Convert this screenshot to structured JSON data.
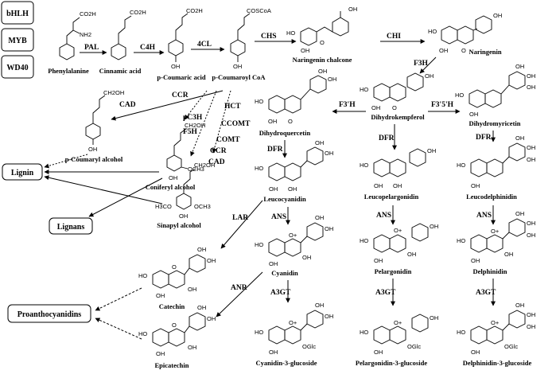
{
  "regulators": [
    "bHLH",
    "MYB",
    "WD40"
  ],
  "products": {
    "lignin": "Lignin",
    "lignans": "Lignans",
    "proanthocyanidins": "Proanthocyanidins"
  },
  "compounds": {
    "phenylalanine": "Phenylalanine",
    "cinnamic_acid": "Cinnamic acid",
    "p_coumaric_acid": "p-Coumaric acid",
    "p_coumaroyl_coa": "p-Coumaroyl CoA",
    "naringenin_chalcone": "Naringenin chalcone",
    "naringenin": "Naringenin",
    "dihydrokempferol": "Dihydrokempferol",
    "dihydroquercetin": "Dihydroquercetin",
    "dihydromyricetin": "Dihydromyricetin",
    "p_coumaryl_alcohol": "p-Coumaryl alcohol",
    "coniferyl_alcohol": "Coniferyl alcohol",
    "sinapyl_alcohol": "Sinapyl alcohol",
    "leucocyanidin": "Leucocyanidin",
    "leucopelargonidin": "Leucopelargonidin",
    "leucodelphinidin": "Leucodelphinidin",
    "cyanidin": "Cyanidin",
    "pelargonidin": "Pelargonidin",
    "delphinidin": "Delphinidin",
    "catechin": "Catechin",
    "epicatechin": "Epicatechin",
    "cyanidin_3_glucoside": "Cyanidin-3-glucoside",
    "pelargonidin_3_glucoside": "Pelargonidin-3-glucoside",
    "delphinidin_3_glucoside": "Delphinidin-3-glucoside"
  },
  "enzymes": {
    "pal": "PAL",
    "c4h": "C4H",
    "cl4": "4CL",
    "chs": "CHS",
    "chi": "CHI",
    "f3h": "F3H",
    "f3ph": "F3'H",
    "f35h": "F3'5'H",
    "ccr1": "CCR",
    "cad1": "CAD",
    "hct": "HCT",
    "pc3h": "pC3H",
    "ccomt": "CCOMT",
    "f5h": "F5H",
    "comt": "COMT",
    "ccr2": "CCR",
    "cad2": "CAD",
    "dfr1": "DFR",
    "dfr2": "DFR",
    "dfr3": "DFR",
    "ans1": "ANS",
    "ans2": "ANS",
    "ans3": "ANS",
    "lar": "LAR",
    "anr": "ANR",
    "a3gt1": "A3GT",
    "a3gt2": "A3GT",
    "a3gt3": "A3GT"
  },
  "atoms": {
    "oh": "OH",
    "o": "O",
    "o_plus": "O+",
    "nh2": "NH2",
    "co2h": "CO2H",
    "coscoa": "COSCoA",
    "och3": "OCH3",
    "h3co": "H3CO",
    "ch2oh": "CH2OH",
    "ho": "HO",
    "oglc": "OGlc"
  }
}
